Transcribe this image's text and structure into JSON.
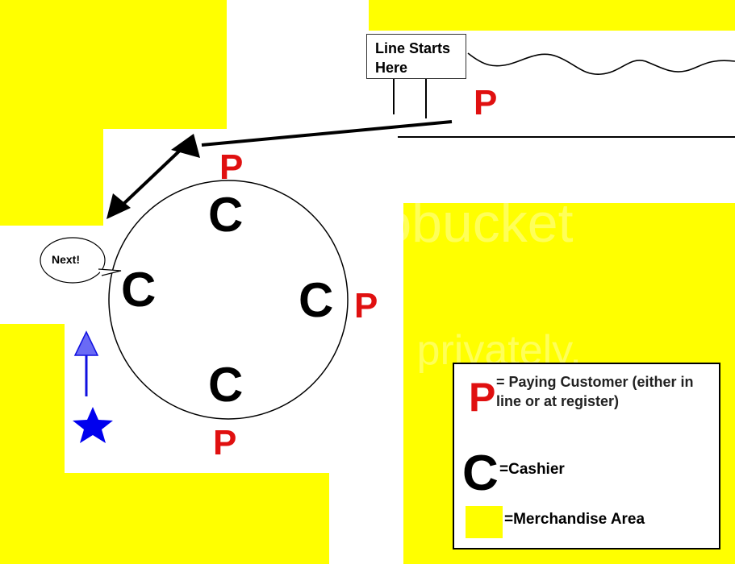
{
  "sign": {
    "line1": "Line Starts",
    "line2": "Here"
  },
  "bubble": {
    "text": "Next!"
  },
  "letters": {
    "paying_customer": "P",
    "cashier": "C"
  },
  "legend": {
    "p_symbol": "P",
    "p_text": "= Paying Customer (either in line or at register)",
    "c_symbol": "C",
    "c_text": "=Cashier",
    "m_text": "=Merchandise Area"
  },
  "watermark": {
    "line1": "photobucket",
    "line2": "Join free. Share privately."
  },
  "colors": {
    "merchandise": "#ffff00",
    "paying_customer": "#e01010",
    "arrow_blue": "#1010e0",
    "star_blue": "#0000ee"
  }
}
